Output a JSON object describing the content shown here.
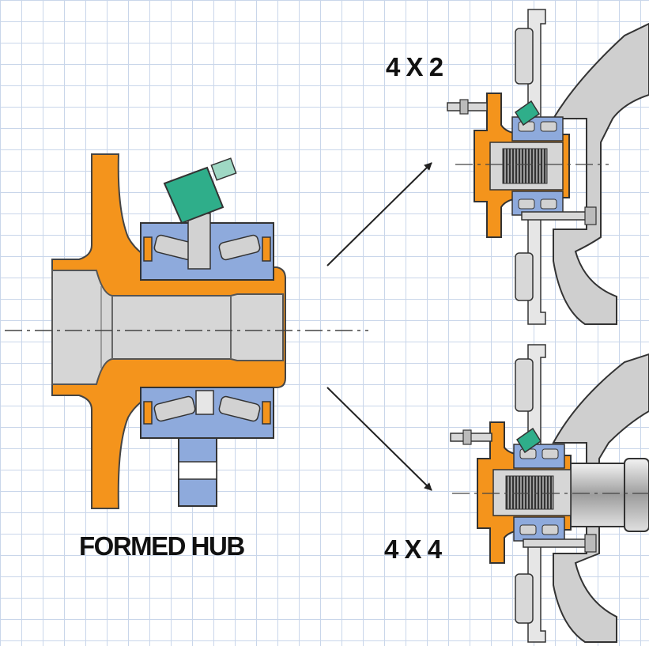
{
  "labels": {
    "main_assembly": "FORMED HUB",
    "variant_top": "4 X 2",
    "variant_bottom": "4 X 4"
  },
  "colors": {
    "hub_orange": "#f4941c",
    "bearing_blue": "#8eaadc",
    "roller_grey": "#d2d2d2",
    "sensor_green": "#2fae8a",
    "housing_grey": "#c8c8c8",
    "outline": "#333333",
    "grid_line": "#c9d6ea"
  }
}
